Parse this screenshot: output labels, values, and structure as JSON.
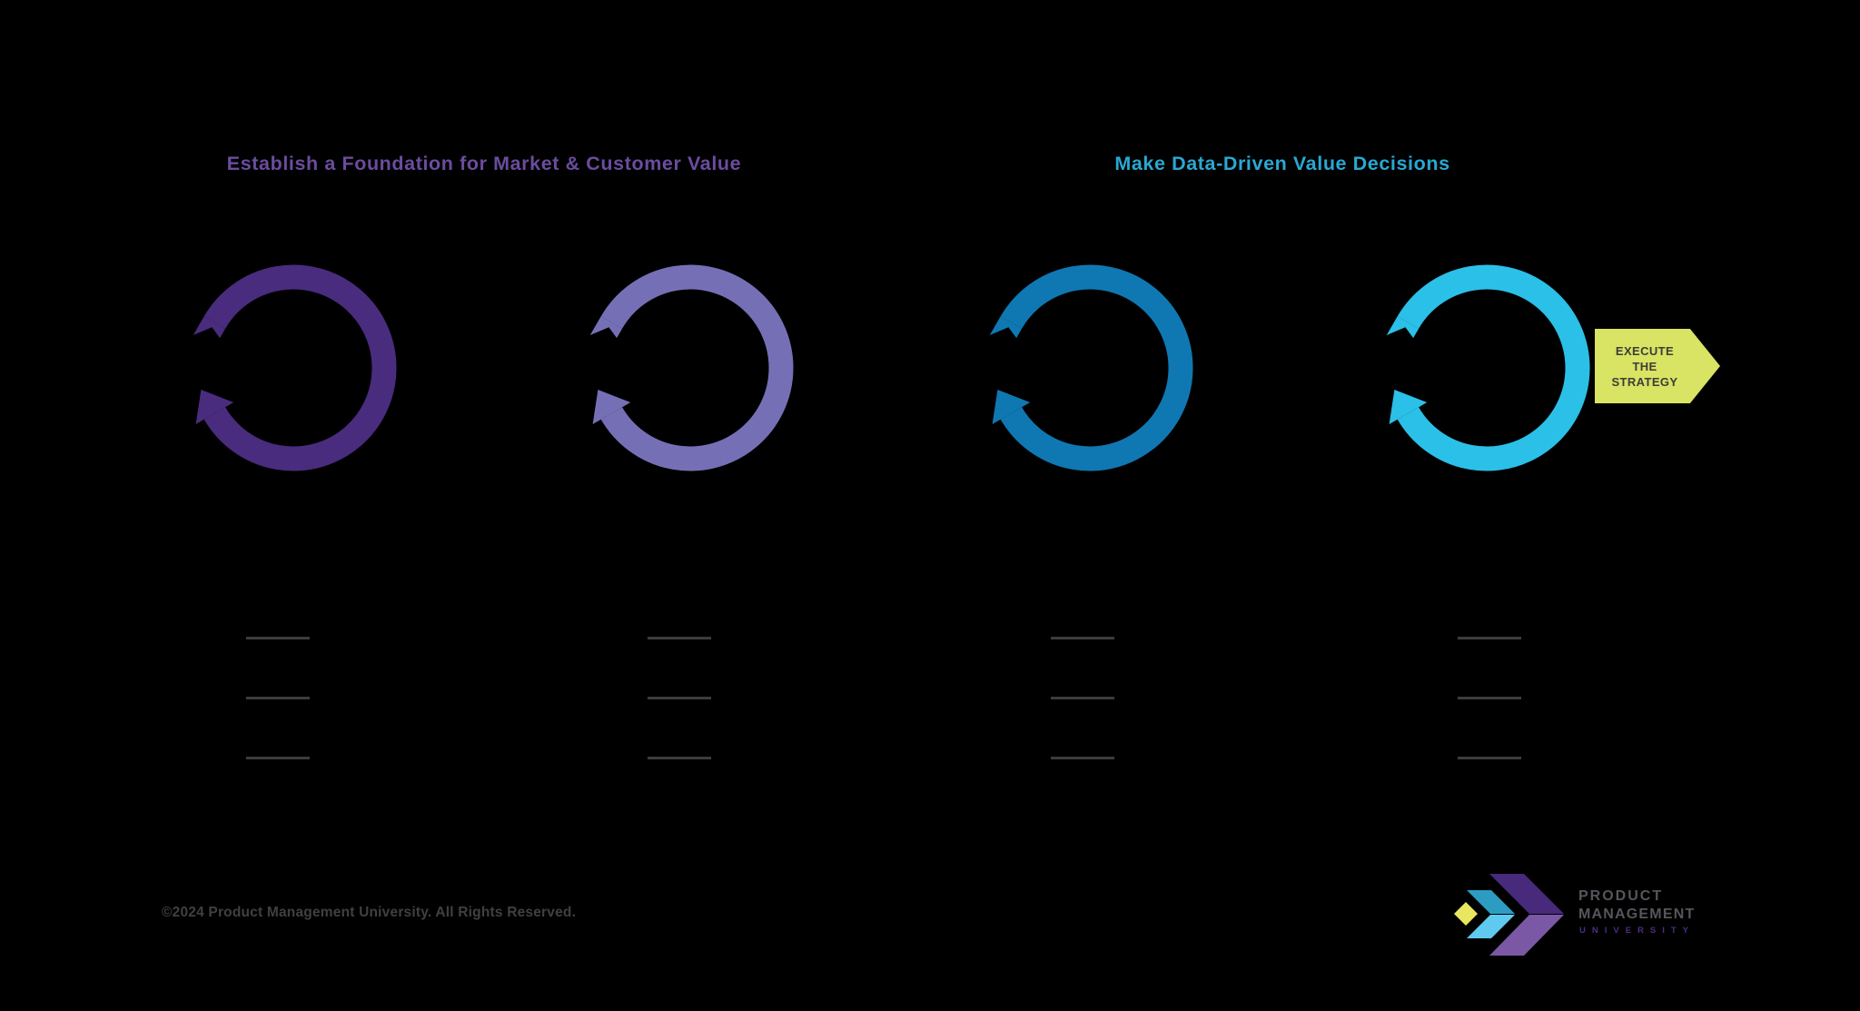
{
  "background": "#000000",
  "sections": [
    {
      "title": "Establish a Foundation for Market & Customer Value",
      "color": "#6b4c9e"
    },
    {
      "title": "Make Data-Driven Value Decisions",
      "color": "#29a8d2"
    }
  ],
  "cycles": [
    {
      "name": "phase-1-cycle",
      "color": "#492c7d"
    },
    {
      "name": "phase-2-cycle",
      "color": "#7570b6"
    },
    {
      "name": "phase-3-cycle",
      "color": "#0f78b2"
    },
    {
      "name": "phase-4-cycle",
      "color": "#2bc0e8"
    }
  ],
  "execute_tag": {
    "lines": [
      "EXECUTE",
      "THE",
      "STRATEGY"
    ],
    "bg_color": "#d9e364",
    "text_color": "#3c3e38"
  },
  "separators": {
    "color": "#3c3c3c",
    "columns": 4,
    "rows_per_column": 3
  },
  "footer": {
    "copyright": "©2024 Product Management University. All Rights Reserved.",
    "color": "#3f4041"
  },
  "logo": {
    "line1": "PRODUCT",
    "line2": "MANAGEMENT",
    "line3": "UNIVERSITY",
    "text_color": "#55565a",
    "university_color": "#4b2e82",
    "chevron_purple_dark": "#482a7c",
    "chevron_purple_light": "#7a58a5",
    "chevron_blue_dark": "#2d9cc3",
    "chevron_blue_light": "#5fc9ef",
    "diamond_color": "#e9e65f"
  }
}
